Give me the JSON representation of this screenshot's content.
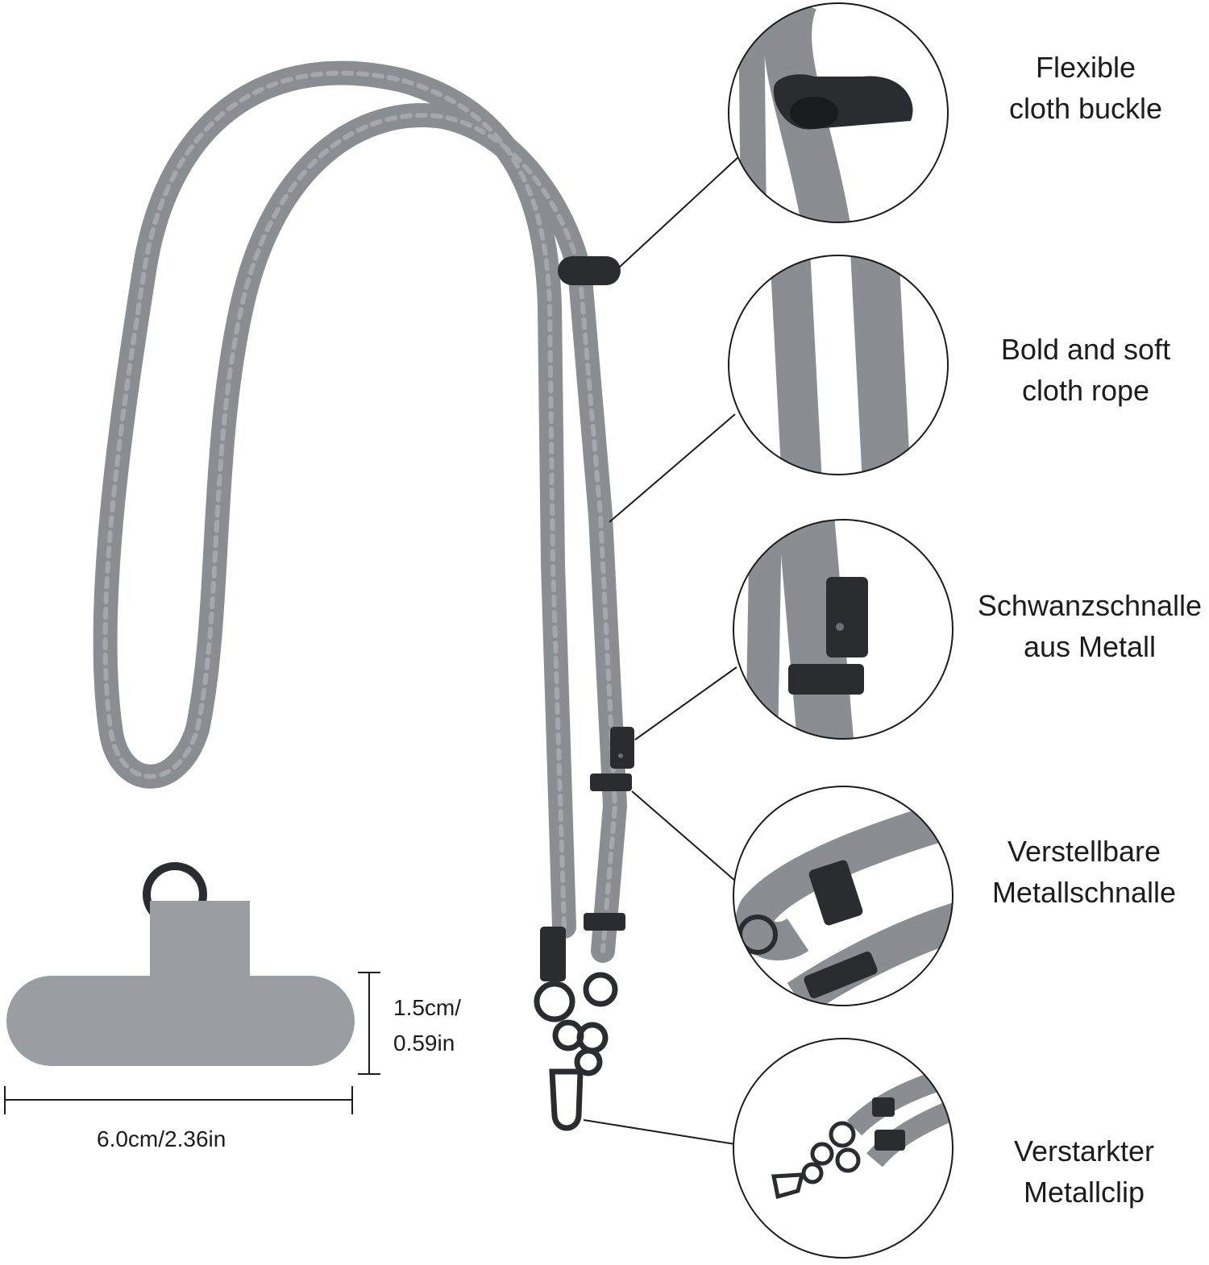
{
  "features": [
    {
      "line1": "Flexible",
      "line2": "cloth buckle"
    },
    {
      "line1": "Bold and soft",
      "line2": "cloth rope"
    },
    {
      "line1": "Schwanzschnalle",
      "line2": "aus Metall"
    },
    {
      "line1": "Verstellbare",
      "line2": "Metallschnalle"
    },
    {
      "line1": "Verstarkter",
      "line2": "Metallclip"
    }
  ],
  "patch": {
    "height_line1": "1.5cm/",
    "height_line2": "0.59in",
    "width_label": "6.0cm/2.36in"
  },
  "colors": {
    "rope": "#8a8d91",
    "rope_highlight": "#a4a7ab",
    "metal": "#2a2c30",
    "patch": "#9a9da1",
    "outline": "#1c1c1c"
  }
}
